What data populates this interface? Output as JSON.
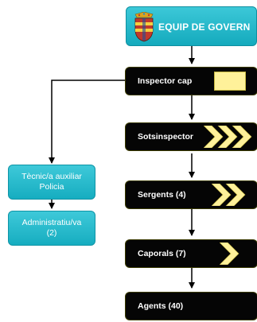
{
  "government": {
    "label": "EQUIP DE GOVERN"
  },
  "ranks": [
    {
      "label": "Inspector cap"
    },
    {
      "label": "Sotsinspector"
    },
    {
      "label": "Sergents  (4)"
    },
    {
      "label": "Caporals  (7)"
    },
    {
      "label": "Agents  (40)"
    }
  ],
  "support": [
    {
      "line1": "Tècnic/a auxiliar",
      "line2": "Policia"
    },
    {
      "line1": "Administratiu/va",
      "line2": "(2)"
    }
  ],
  "colors": {
    "teal": "#17adc0",
    "black_box": "#050505",
    "accent_yellow": "#fff19a",
    "connector": "#000000"
  }
}
